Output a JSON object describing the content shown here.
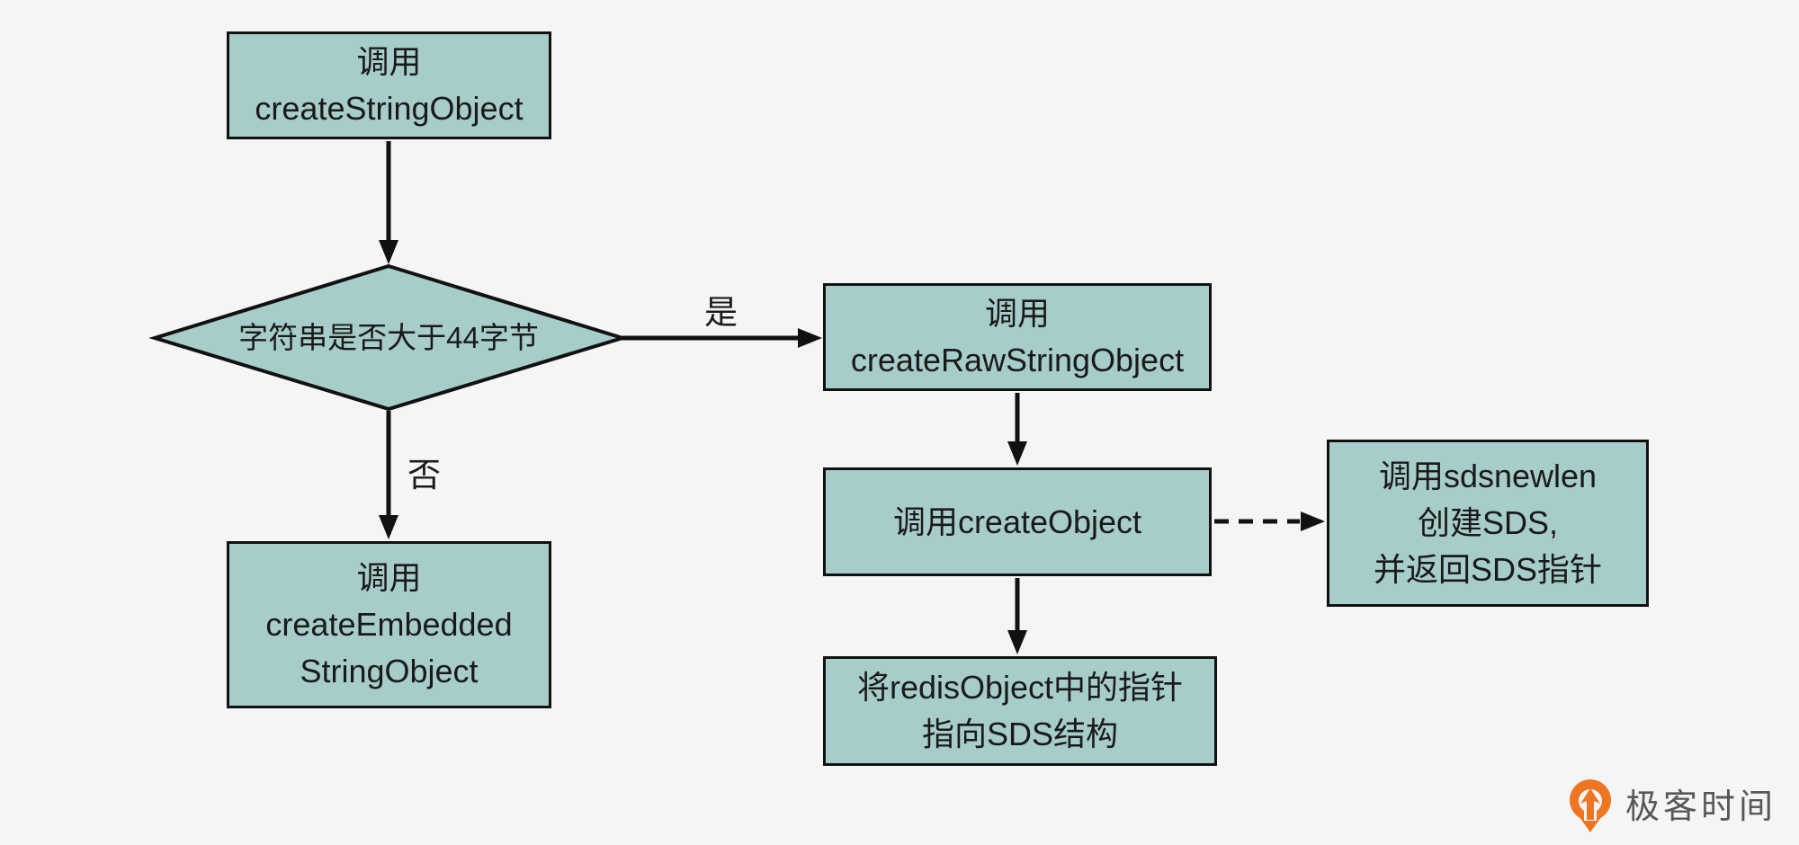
{
  "diagram": {
    "colors": {
      "background": "#f3f5f6",
      "node_fill": "#a7cdcb",
      "line": "#111111",
      "text": "#1a1a1a"
    },
    "nodes": {
      "start": {
        "lines": [
          "调用",
          "createStringObject"
        ]
      },
      "decision": {
        "label": "字符串是否大于44字节"
      },
      "raw": {
        "lines": [
          "调用",
          "createRawStringObject"
        ]
      },
      "embedded": {
        "lines": [
          "调用",
          "createEmbedded",
          "StringObject"
        ]
      },
      "create_object": {
        "label": "调用createObject"
      },
      "sdsnewlen": {
        "lines": [
          "调用sdsnewlen",
          "创建SDS,",
          "并返回SDS指针"
        ]
      },
      "assign_pointer": {
        "lines": [
          "将redisObject中的指针",
          "指向SDS结构"
        ]
      }
    },
    "edge_labels": {
      "yes": "是",
      "no": "否"
    }
  },
  "branding": {
    "logo_text": "极客时间",
    "logo_color": "#ee7623",
    "logo_text_color": "#595757"
  }
}
